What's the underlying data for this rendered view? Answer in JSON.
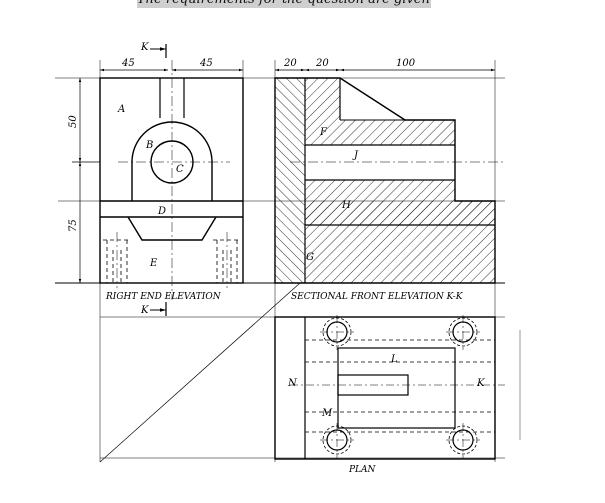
{
  "header_note": "The requirements for the question are given below.",
  "dimensions": {
    "left_width_1": "45",
    "left_width_2": "45",
    "front_width_1": "20",
    "front_width_2": "20",
    "front_width_3": "100",
    "upper_height": "50",
    "lower_height": "75"
  },
  "section_marks": {
    "top": "K",
    "bottom": "K"
  },
  "part_labels": {
    "A": "A",
    "B": "B",
    "C": "C",
    "D": "D",
    "E": "E",
    "F": "F",
    "G": "G",
    "H": "H",
    "J": "J",
    "K": "K",
    "L": "L",
    "M": "M",
    "N": "N"
  },
  "view_titles": {
    "right_end": "RIGHT END ELEVATION",
    "sectional_front": "SECTIONAL FRONT ELEVATION  K-K",
    "plan": "PLAN"
  }
}
